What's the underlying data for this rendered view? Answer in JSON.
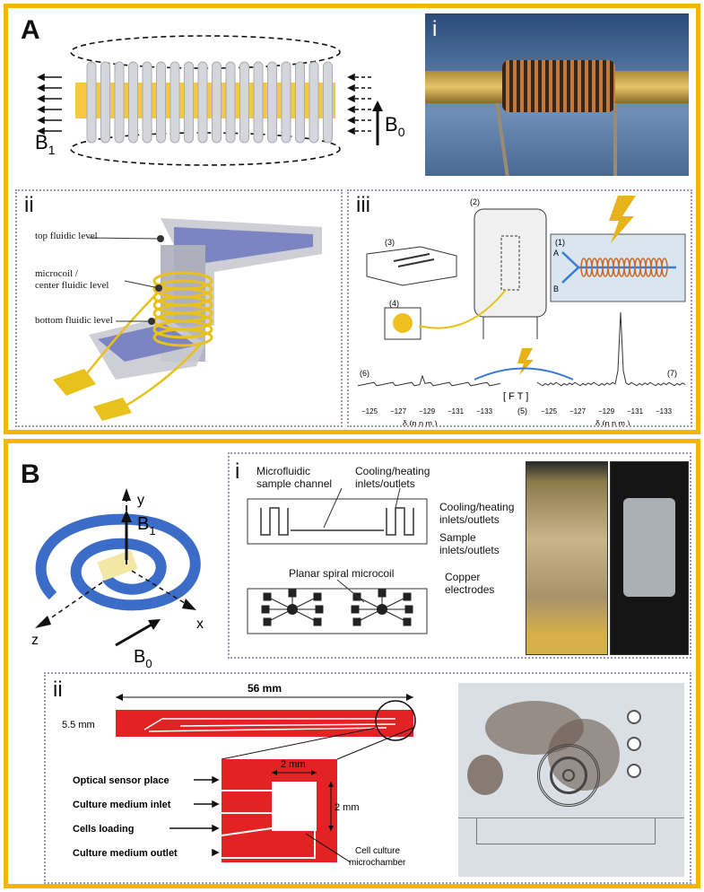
{
  "panel_a": {
    "label": "A",
    "coil": {
      "b1": "B",
      "b1_sub": "1",
      "b0": "B",
      "b0_sub": "0"
    },
    "sub_i": {
      "label": "i"
    },
    "sub_ii": {
      "label": "ii",
      "top": "top fluidic level",
      "micro1": "microcoil /",
      "micro2": "center fluidic level",
      "bottom": "bottom fluidic level"
    },
    "sub_iii": {
      "label": "iii",
      "n1": "(1)",
      "n2": "(2)",
      "n3": "(3)",
      "n4": "(4)",
      "n5": "(5)",
      "n6": "(6)",
      "n7": "(7)",
      "a": "A",
      "b": "B",
      "ft": "[ F T ]",
      "ticks": [
        "−125",
        "−127",
        "−129",
        "−131",
        "−133"
      ],
      "axis": "δ (p.p.m.)"
    }
  },
  "panel_b": {
    "label": "B",
    "spiral": {
      "y": "y",
      "x": "x",
      "z": "z",
      "b1": "B",
      "b1_sub": "1",
      "b0": "B",
      "b0_sub": "0"
    },
    "sub_i": {
      "label": "i",
      "channel1": "Microfluidic",
      "channel2": "sample channel",
      "cool1a": "Cooling/heating",
      "cool1b": "inlets/outlets",
      "cool2a": "Cooling/heating",
      "cool2b": "inlets/outlets",
      "sample1": "Sample",
      "sample2": "inlets/outlets",
      "planar": "Planar spiral microcoil",
      "copper1": "Copper",
      "copper2": "electrodes"
    },
    "sub_ii": {
      "label": "ii",
      "width": "56 mm",
      "height": "5.5 mm",
      "mm2a": "2 mm",
      "mm2b": "2 mm",
      "optical": "Optical sensor place",
      "inlet": "Culture medium inlet",
      "loading": "Cells loading",
      "outlet": "Culture medium outlet",
      "chamber1": "Cell culture",
      "chamber2": "microchamber"
    }
  }
}
